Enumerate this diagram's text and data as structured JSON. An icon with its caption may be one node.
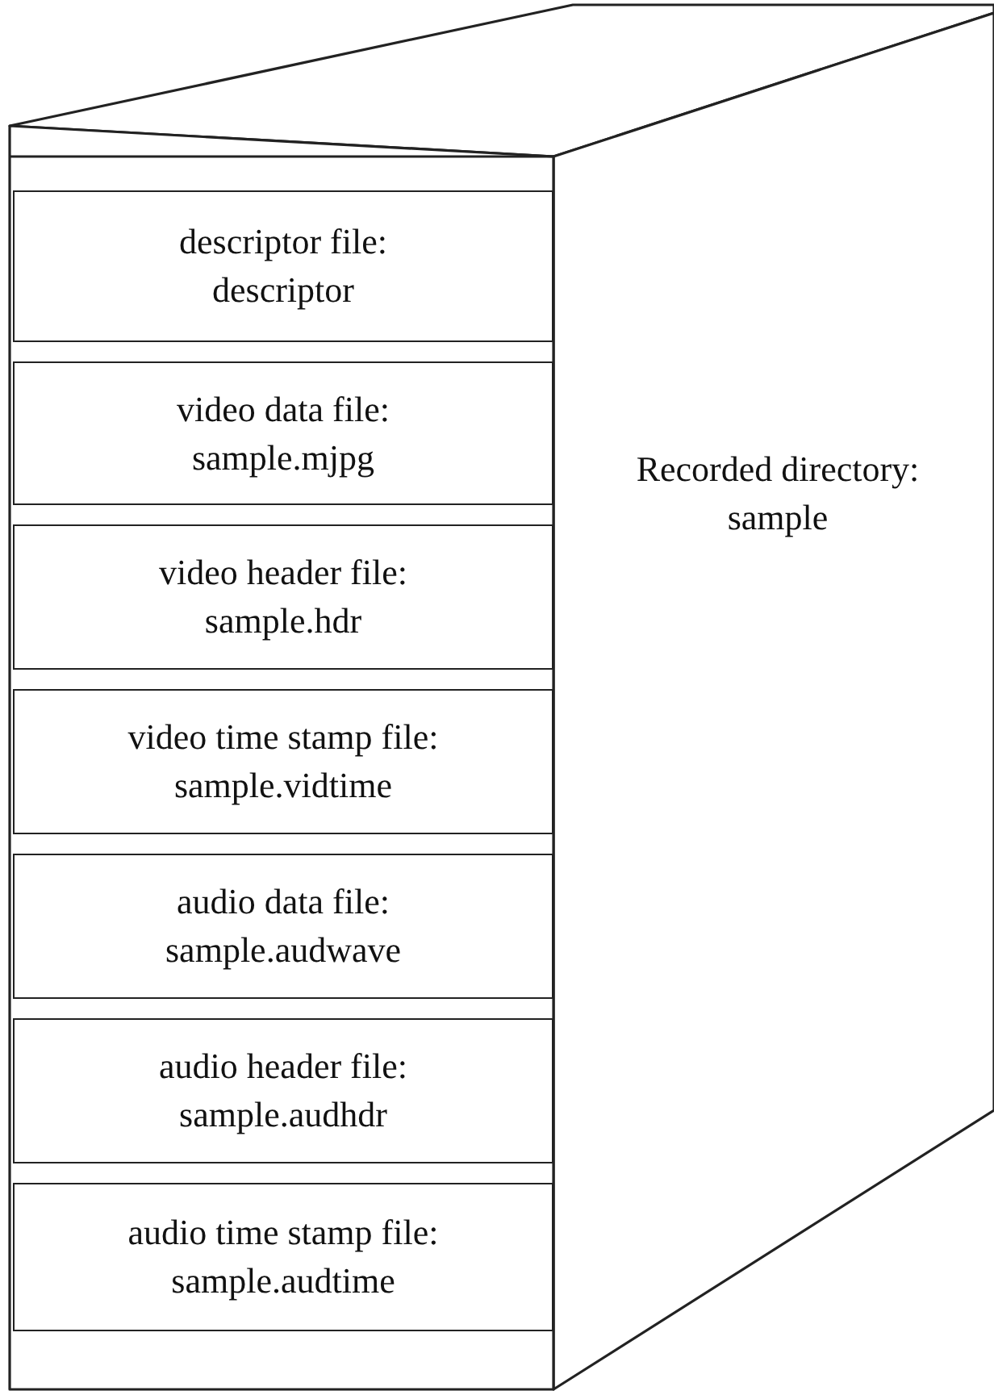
{
  "diagram": {
    "nodes": [
      {
        "text": [
          "Recorded directory: sample"
        ]
      },
      {
        "text": [
          "descriptor file: descriptor"
        ],
        "in": 0
      },
      {
        "text": [
          "video data file: sample.mjpg"
        ],
        "in": 0
      },
      {
        "text": [
          "video header file: sample.hdr"
        ],
        "in": 0
      },
      {
        "text": [
          "video time stamp file: sample.vidtime"
        ],
        "in": 0
      },
      {
        "text": [
          "audio data file: sample.audwave"
        ],
        "in": 0
      },
      {
        "text": [
          "audio header file: sample.audhdr"
        ],
        "in": 0
      },
      {
        "text": [
          "audio time stamp file: sample.audtime"
        ],
        "in": 0
      }
    ]
  }
}
